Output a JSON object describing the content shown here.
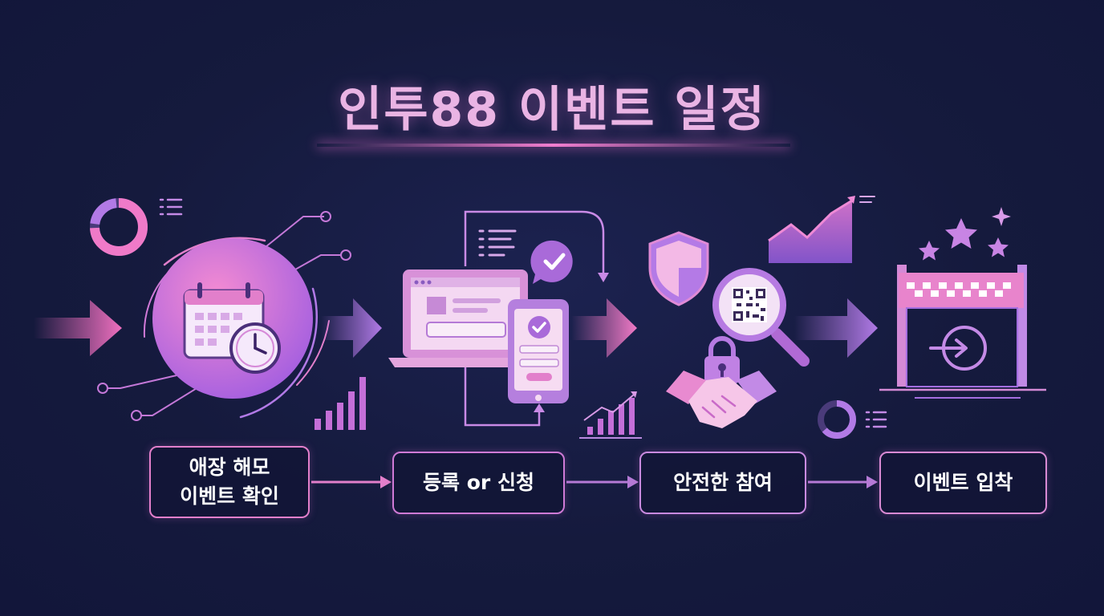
{
  "title": "인투88 이벤트 일정",
  "steps": [
    {
      "line1": "애장 해모",
      "line2": "이벤트 확인",
      "icon": "calendar-clock-icon"
    },
    {
      "label": "등록 or 신청",
      "icon": "laptop-phone-icon"
    },
    {
      "label": "안전한 참여",
      "icon": "shield-handshake-icon"
    },
    {
      "label": "이벤트 입착",
      "icon": "entrance-gate-icon"
    }
  ],
  "colors": {
    "background": "#151a3d",
    "accent_pink": "#ef6fbf",
    "accent_purple": "#a46ee0",
    "title": "#eab4e4"
  }
}
